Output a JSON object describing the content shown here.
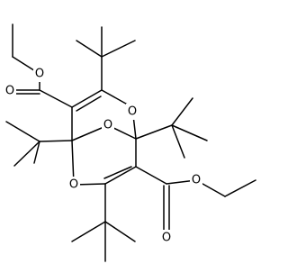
{
  "molecule": {
    "atoms": [
      {
        "label": "O"
      },
      {
        "label": "O"
      },
      {
        "label": "O"
      },
      {
        "label": "O"
      },
      {
        "label": "O"
      },
      {
        "label": "O"
      }
    ]
  }
}
